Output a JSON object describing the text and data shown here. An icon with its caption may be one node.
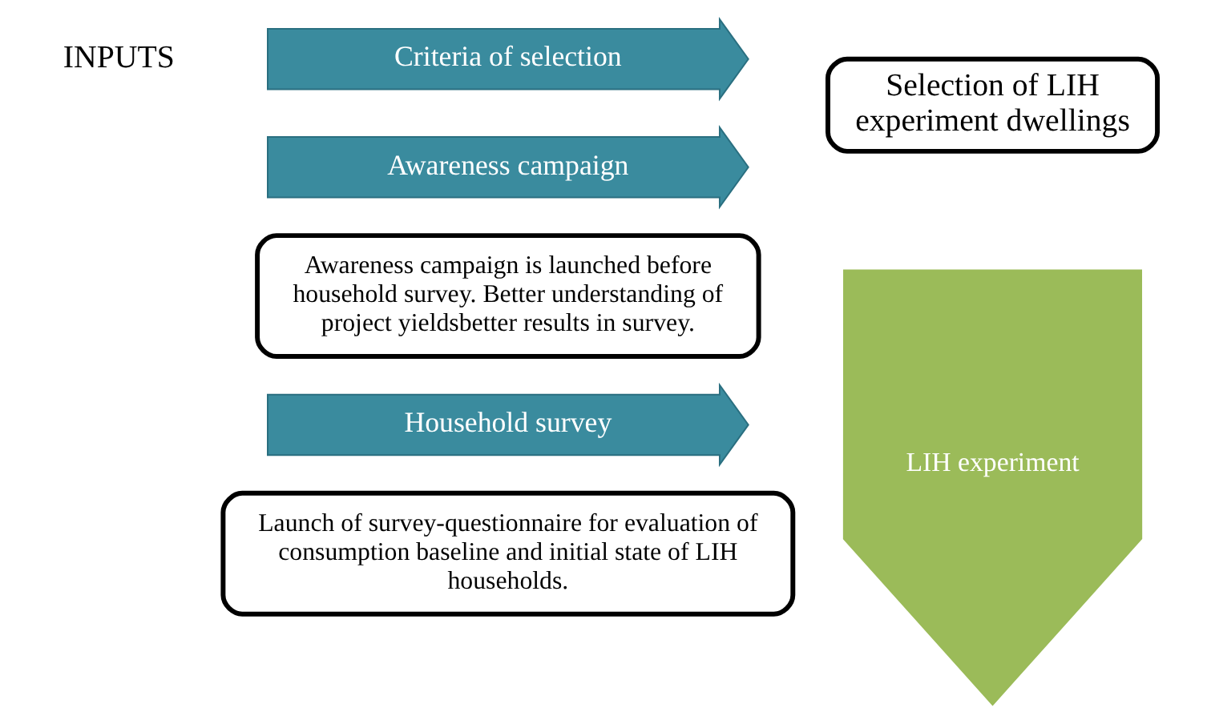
{
  "diagram": {
    "nodes": [
      {
        "text": [
          "Selection of LIH experiment dwellings"
        ]
      },
      {
        "text": [
          "Criteria of selection"
        ]
      },
      {
        "text": [
          "Awareness campaign"
        ]
      },
      {
        "text": [
          "LIH experiment"
        ]
      },
      {
        "text": [
          "Awareness campaign is launched before household survey. Better understanding of project yieldsbetter results in survey."
        ]
      },
      {
        "text": [
          "Household survey"
        ]
      },
      {
        "text": [
          "Launch of survey-questionnaire for evaluation of consumption baseline and initial state of LIH households."
        ]
      }
    ],
    "labels": [
      "INPUTS"
    ]
  }
}
